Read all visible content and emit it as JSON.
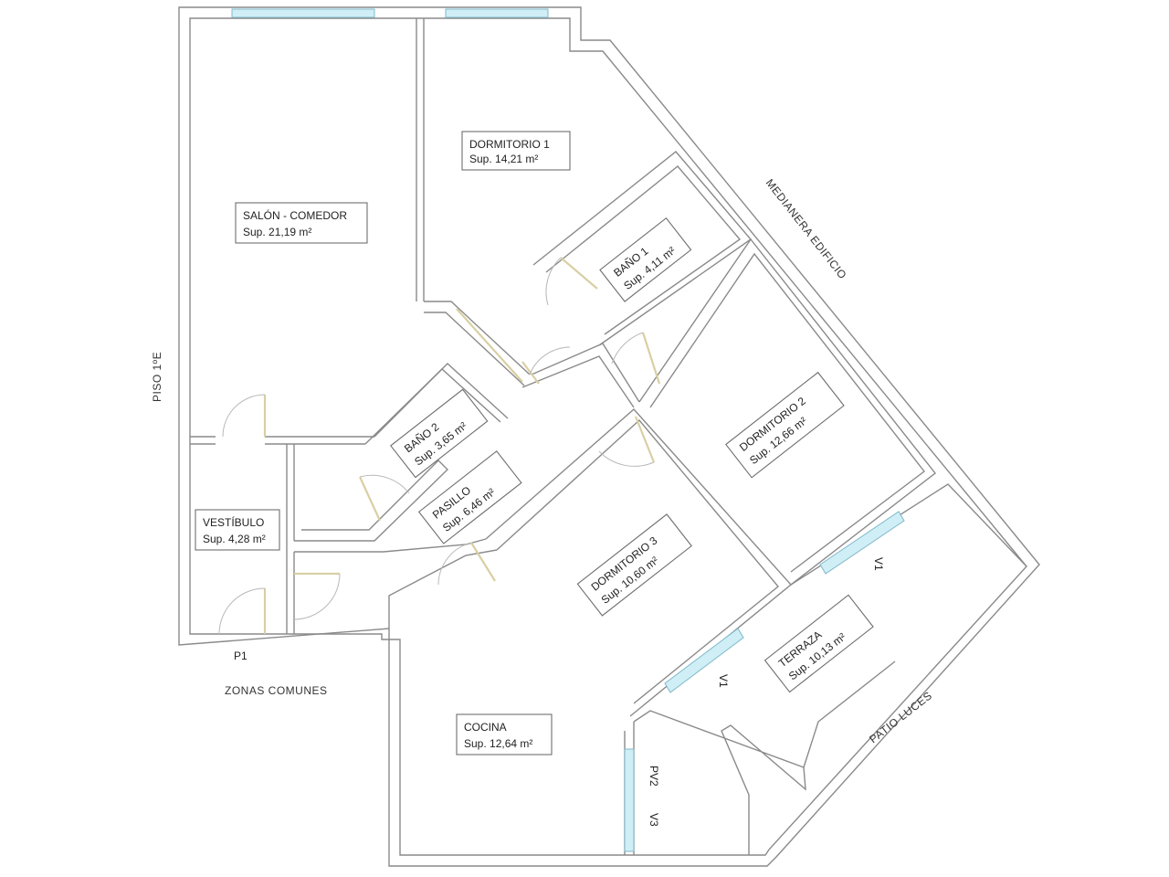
{
  "rooms": {
    "salon": {
      "name": "SALÓN - COMEDOR",
      "area": "Sup. 21,19 m²"
    },
    "dormitorio1": {
      "name": "DORMITORIO 1",
      "area": "Sup. 14,21 m²"
    },
    "bano1": {
      "name": "BAÑO 1",
      "area": "Sup. 4,11 m²"
    },
    "dormitorio2": {
      "name": "DORMITORIO 2",
      "area": "Sup. 12,66 m²"
    },
    "bano2": {
      "name": "BAÑO 2",
      "area": "Sup. 3,65 m²"
    },
    "pasillo": {
      "name": "PASILLO",
      "area": "Sup. 6,46 m²"
    },
    "vestibulo": {
      "name": "VESTÍBULO",
      "area": "Sup. 4,28 m²"
    },
    "dormitorio3": {
      "name": "DORMITORIO 3",
      "area": "Sup. 10,60 m²"
    },
    "terraza": {
      "name": "TERRAZA",
      "area": "Sup. 10,13 m²"
    },
    "cocina": {
      "name": "COCINA",
      "area": "Sup. 12,64 m²"
    }
  },
  "labels": {
    "piso": "PISO 1ºE",
    "medianera": "MEDIANERA EDIFICIO",
    "zonas_comunes": "ZONAS COMUNES",
    "patio_luces": "PATIO LUCES",
    "p1": "P1",
    "pv2": "PV2",
    "v3": "V3",
    "v1a": "V1",
    "v1b": "V1"
  },
  "colors": {
    "wall": "#8a8a8a",
    "window": "#cfeef6",
    "door": "#d8cfa3"
  }
}
